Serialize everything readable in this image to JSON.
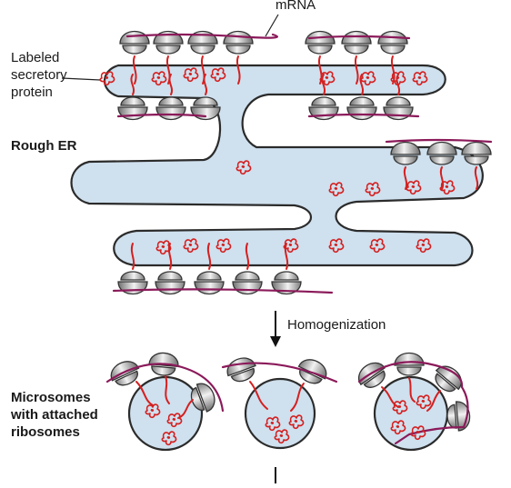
{
  "labels": {
    "mrna": "mRNA",
    "labeled_line1": "Labeled",
    "labeled_line2": "secretory",
    "labeled_line3": "protein",
    "rough_er": "Rough ER",
    "homogenization": "Homogenization",
    "micro_line1": "Microsomes",
    "micro_line2": "with attached",
    "micro_line3": "ribosomes"
  },
  "colors": {
    "er_fill": "#cfe0ee",
    "er_stroke": "#2b2b2b",
    "mrna": "#8b1a5a",
    "protein": "#d42020",
    "ribosome_light": "#eeeeee",
    "ribosome_dark": "#8a8a8a"
  }
}
